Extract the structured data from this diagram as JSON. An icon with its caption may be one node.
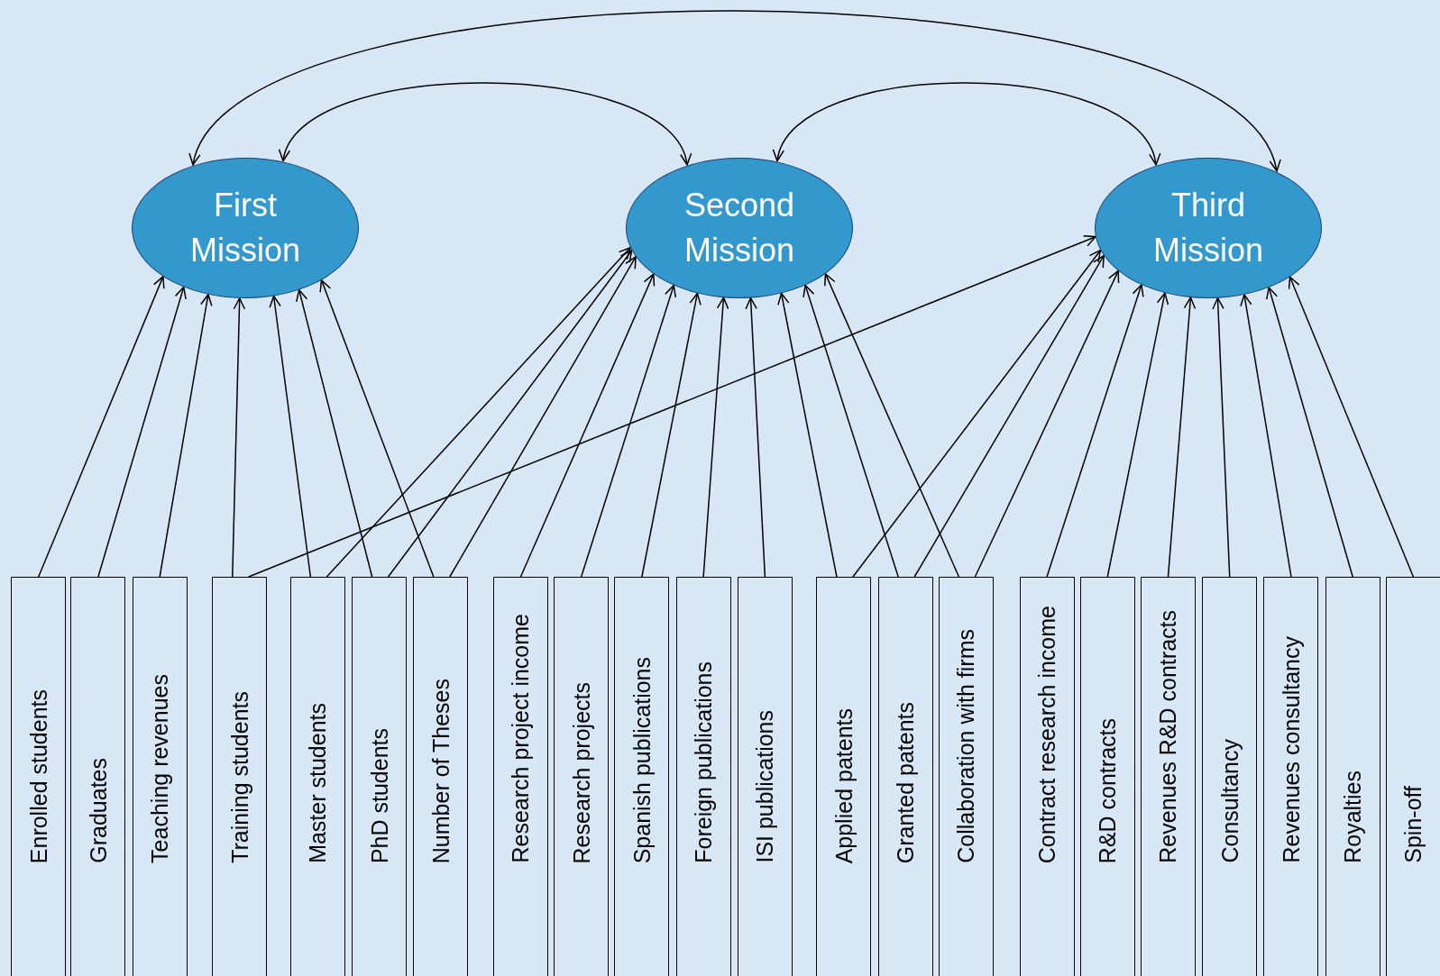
{
  "diagram": {
    "nodes": [
      {
        "text": [
          "First Mission"
        ]
      },
      {
        "text": [
          "Second Mission"
        ]
      },
      {
        "text": [
          "Third Mission"
        ]
      },
      {
        "text": [
          "Enrolled students"
        ]
      },
      {
        "text": [
          "Graduates"
        ]
      },
      {
        "text": [
          "Teaching revenues"
        ]
      },
      {
        "text": [
          "Training students"
        ]
      },
      {
        "text": [
          "Master students"
        ]
      },
      {
        "text": [
          "PhD students"
        ]
      },
      {
        "text": [
          "Number of Theses"
        ]
      },
      {
        "text": [
          "Research project income"
        ]
      },
      {
        "text": [
          "Research projects"
        ]
      },
      {
        "text": [
          "Spanish publications"
        ]
      },
      {
        "text": [
          "Foreign publications"
        ]
      },
      {
        "text": [
          "ISI publications"
        ]
      },
      {
        "text": [
          "Applied patents"
        ]
      },
      {
        "text": [
          "Granted patents"
        ]
      },
      {
        "text": [
          "Collaboration with firms"
        ]
      },
      {
        "text": [
          "Contract research income"
        ]
      },
      {
        "text": [
          "R&D contracts"
        ]
      },
      {
        "text": [
          "Revenues R&D contracts"
        ]
      },
      {
        "text": [
          "Consultancy"
        ]
      },
      {
        "text": [
          "Revenues consultancy"
        ]
      },
      {
        "text": [
          "Royalties"
        ]
      },
      {
        "text": [
          "Spin-off"
        ]
      }
    ],
    "edges": [
      {
        "from": 0,
        "to": 2,
        "arrow": "both"
      },
      {
        "from": 0,
        "to": 1,
        "arrow": "both"
      },
      {
        "from": 1,
        "to": 2,
        "arrow": "both"
      },
      {
        "from": 3,
        "to": 0,
        "arrow": "to"
      },
      {
        "from": 4,
        "to": 0,
        "arrow": "to"
      },
      {
        "from": 5,
        "to": 0,
        "arrow": "to"
      },
      {
        "from": 6,
        "to": 0,
        "arrow": "to"
      },
      {
        "from": 6,
        "to": 2,
        "arrow": "to"
      },
      {
        "from": 7,
        "to": 0,
        "arrow": "to"
      },
      {
        "from": 7,
        "to": 1,
        "arrow": "to"
      },
      {
        "from": 8,
        "to": 0,
        "arrow": "to"
      },
      {
        "from": 8,
        "to": 1,
        "arrow": "to"
      },
      {
        "from": 9,
        "to": 0,
        "arrow": "to"
      },
      {
        "from": 9,
        "to": 1,
        "arrow": "to"
      },
      {
        "from": 10,
        "to": 1,
        "arrow": "to"
      },
      {
        "from": 11,
        "to": 1,
        "arrow": "to"
      },
      {
        "from": 12,
        "to": 1,
        "arrow": "to"
      },
      {
        "from": 13,
        "to": 1,
        "arrow": "to"
      },
      {
        "from": 14,
        "to": 1,
        "arrow": "to"
      },
      {
        "from": 15,
        "to": 1,
        "arrow": "to"
      },
      {
        "from": 15,
        "to": 2,
        "arrow": "to"
      },
      {
        "from": 16,
        "to": 1,
        "arrow": "to"
      },
      {
        "from": 16,
        "to": 2,
        "arrow": "to"
      },
      {
        "from": 17,
        "to": 1,
        "arrow": "to"
      },
      {
        "from": 17,
        "to": 2,
        "arrow": "to"
      },
      {
        "from": 18,
        "to": 2,
        "arrow": "to"
      },
      {
        "from": 19,
        "to": 2,
        "arrow": "to"
      },
      {
        "from": 20,
        "to": 2,
        "arrow": "to"
      },
      {
        "from": 21,
        "to": 2,
        "arrow": "to"
      },
      {
        "from": 22,
        "to": 2,
        "arrow": "to"
      },
      {
        "from": 23,
        "to": 2,
        "arrow": "to"
      },
      {
        "from": 24,
        "to": 2,
        "arrow": "to"
      }
    ]
  }
}
